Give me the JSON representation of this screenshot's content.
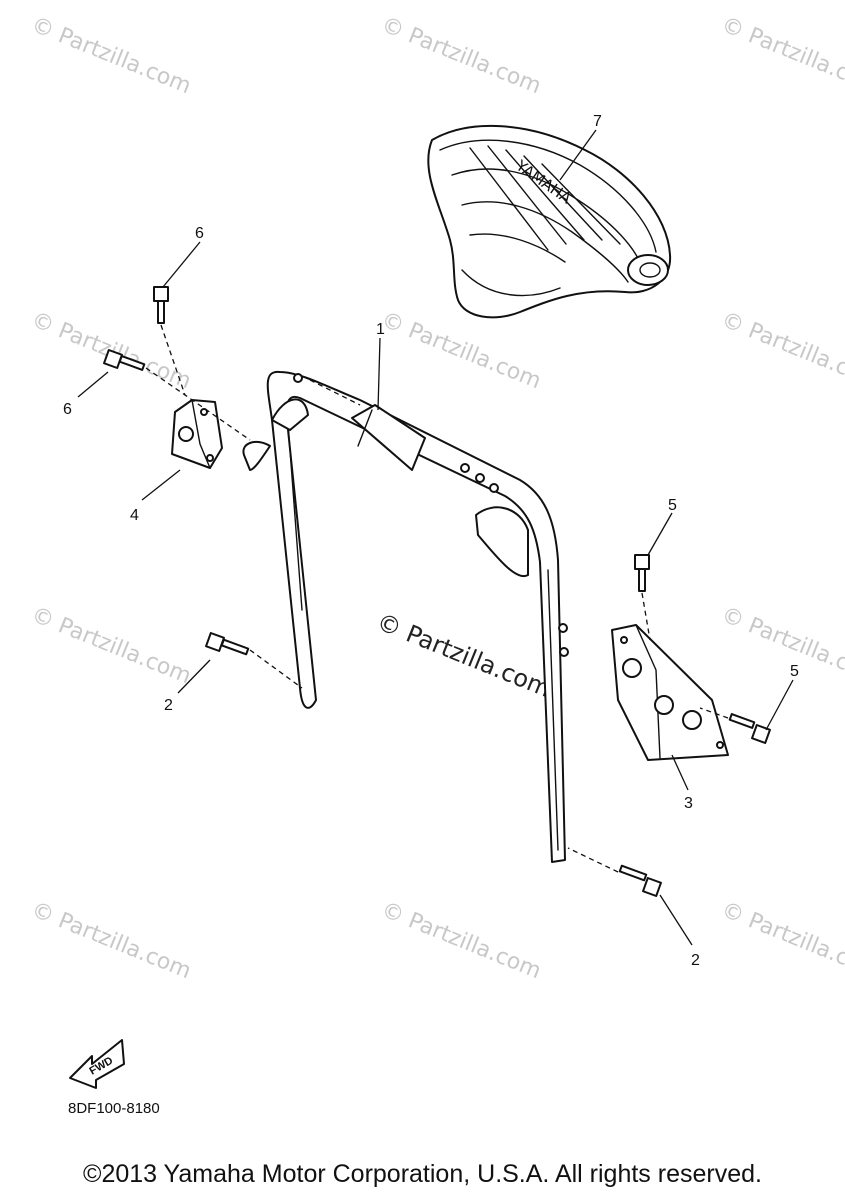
{
  "watermark": {
    "tile_text": "© Partzilla.com",
    "center_text": "© Partzilla.com"
  },
  "callouts": [
    "1",
    "2",
    "2",
    "3",
    "4",
    "5",
    "5",
    "6",
    "6",
    "7"
  ],
  "seat_brand": "YAMAHA",
  "fwd_label": "FWD",
  "part_code": "8DF100-8180",
  "copyright": "©2013 Yamaha Motor Corporation, U.S.A. All rights reserved.",
  "icons": [
    "fwd-arrow-icon"
  ]
}
